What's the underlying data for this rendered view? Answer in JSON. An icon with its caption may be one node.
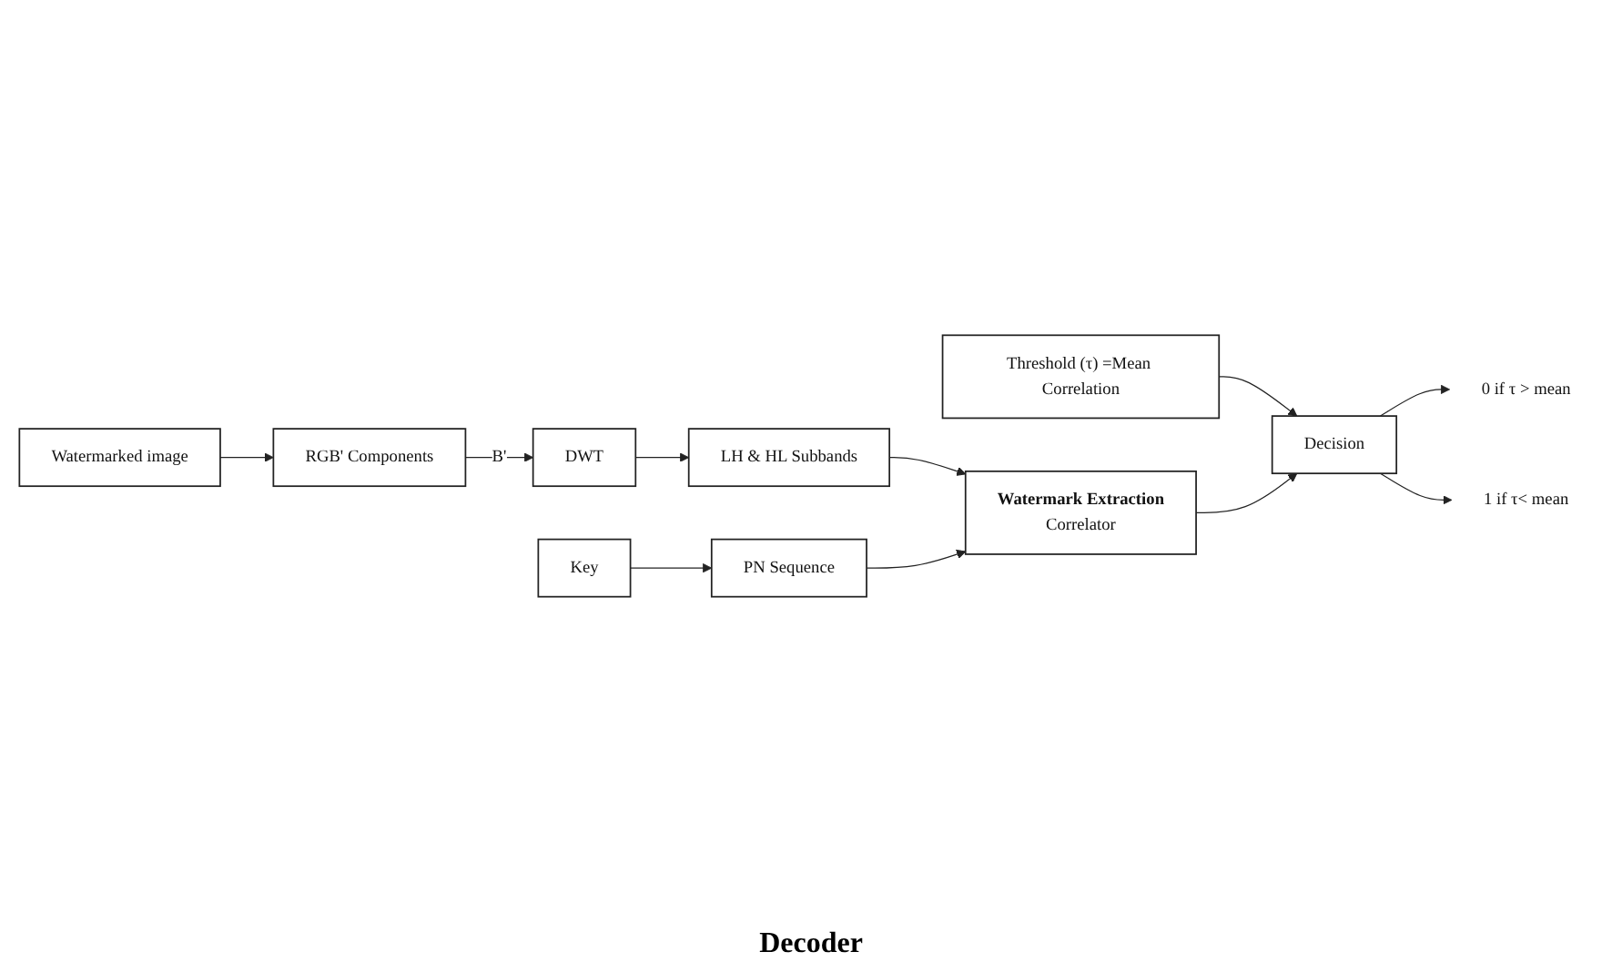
{
  "diagram": {
    "nodes": [
      {
        "text": [
          "Watermarked image"
        ]
      },
      {
        "text": [
          "RGB' Components"
        ]
      },
      {
        "text": [
          "DWT"
        ]
      },
      {
        "text": [
          "LH & HL Subbands"
        ]
      },
      {
        "text": [
          "Threshold (τ) =Mean Correlation"
        ]
      },
      {
        "text": [
          "Decision"
        ]
      },
      {
        "text": [
          "Watermark Extraction",
          "Correlator"
        ]
      },
      {
        "text": [
          "PN Sequence"
        ]
      },
      {
        "text": [
          "Key"
        ]
      },
      {
        "text": [
          "0 if τ > mean"
        ]
      },
      {
        "text": [
          "1 if τ< mean"
        ]
      }
    ],
    "edges": [
      {
        "from": 0,
        "to": 1,
        "arrow": "to"
      },
      {
        "from": 1,
        "to": 2,
        "arrow": "to",
        "label": "B'"
      },
      {
        "from": 2,
        "to": 3,
        "arrow": "to"
      },
      {
        "from": 3,
        "to": 6,
        "arrow": "to"
      },
      {
        "from": 7,
        "to": 6,
        "arrow": "to"
      },
      {
        "from": 8,
        "to": 7,
        "arrow": "to"
      },
      {
        "from": 4,
        "to": 5,
        "arrow": "to"
      },
      {
        "from": 6,
        "to": 5,
        "arrow": "to"
      },
      {
        "from": 5,
        "to": 9,
        "arrow": "to"
      },
      {
        "from": 5,
        "to": 10,
        "arrow": "to"
      }
    ],
    "labels": [
      "Decoder"
    ]
  }
}
